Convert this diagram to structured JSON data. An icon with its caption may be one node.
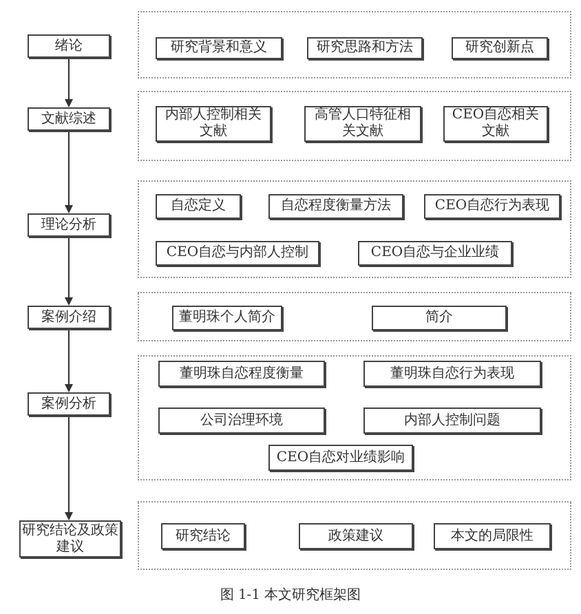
{
  "diagram": {
    "caption": "图 1-1 本文研究框架图",
    "nodes": [
      {
        "text": [
          "绪论"
        ]
      },
      {
        "text": [],
        "shape": "box"
      },
      {
        "text": [
          "研究背景和意义"
        ],
        "in": 1
      },
      {
        "text": [
          "研究思路和方法"
        ],
        "in": 1
      },
      {
        "text": [
          "研究创新点"
        ],
        "in": 1
      },
      {
        "text": [
          "文献综述"
        ]
      },
      {
        "text": [],
        "shape": "box"
      },
      {
        "text": [
          "内部人控制相关文献"
        ],
        "in": 6
      },
      {
        "text": [
          "高管人口特征相关文献"
        ],
        "in": 6
      },
      {
        "text": [
          "CEO自恋相关文献"
        ],
        "in": 6
      },
      {
        "text": [
          "理论分析"
        ]
      },
      {
        "text": [],
        "shape": "box"
      },
      {
        "text": [
          "自恋定义"
        ],
        "in": 11
      },
      {
        "text": [
          "自恋程度衡量方法"
        ],
        "in": 11
      },
      {
        "text": [
          "CEO自恋行为表现"
        ],
        "in": 11
      },
      {
        "text": [
          "CEO自恋与内部人控制"
        ],
        "in": 11
      },
      {
        "text": [
          "CEO自恋与企业业绩"
        ],
        "in": 11
      },
      {
        "text": [
          "案例介绍"
        ]
      },
      {
        "text": [],
        "shape": "box"
      },
      {
        "text": [
          "董明珠个人简介"
        ],
        "in": 18
      },
      {
        "text": [
          "简介"
        ],
        "in": 18
      },
      {
        "text": [
          "案例分析"
        ]
      },
      {
        "text": [],
        "shape": "box"
      },
      {
        "text": [
          "董明珠自恋程度衡量"
        ],
        "in": 22
      },
      {
        "text": [
          "董明珠自恋行为表现"
        ],
        "in": 22
      },
      {
        "text": [
          "公司治理环境"
        ],
        "in": 22
      },
      {
        "text": [
          "内部人控制问题"
        ],
        "in": 22
      },
      {
        "text": [
          "CEO自恋对业绩影响"
        ],
        "in": 22
      },
      {
        "text": [
          "研究结论及政策建议"
        ]
      },
      {
        "text": [],
        "shape": "box"
      },
      {
        "text": [
          "研究结论"
        ],
        "in": 29
      },
      {
        "text": [
          "政策建议"
        ],
        "in": 29
      },
      {
        "text": [
          "本文的局限性"
        ],
        "in": 29
      }
    ],
    "edges": [
      {
        "from": 0,
        "to": 5,
        "arrow": "to"
      },
      {
        "from": 5,
        "to": 10,
        "arrow": "to"
      },
      {
        "from": 10,
        "to": 17,
        "arrow": "to"
      },
      {
        "from": 17,
        "to": 21,
        "arrow": "to"
      },
      {
        "from": 21,
        "to": 28,
        "arrow": "to"
      }
    ]
  }
}
